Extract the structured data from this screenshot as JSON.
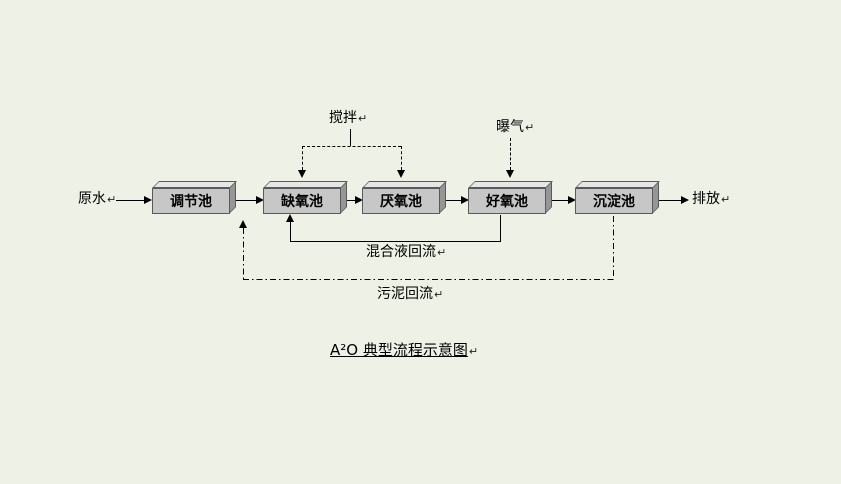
{
  "diagram": {
    "title": "A²O 典型流程示意图",
    "return_mark": "↵",
    "source_label": "原水",
    "output_label": "排放",
    "tanks": [
      {
        "label": "调节池"
      },
      {
        "label": "缺氧池"
      },
      {
        "label": "厌氧池"
      },
      {
        "label": "好氧池"
      },
      {
        "label": "沉淀池"
      }
    ],
    "annotations": {
      "stir": "搅拌",
      "aeration": "曝气",
      "mixed_liquor_return": "混合液回流",
      "sludge_return": "污泥回流"
    },
    "flow": [
      "原水",
      "调节池",
      "缺氧池",
      "厌氧池",
      "好氧池",
      "沉淀池",
      "排放"
    ],
    "colors": {
      "background": "#eef1e6",
      "tank_face": "#c7c7c7",
      "tank_top": "#e6e6e6",
      "tank_side": "#969696",
      "line": "#000000"
    }
  }
}
